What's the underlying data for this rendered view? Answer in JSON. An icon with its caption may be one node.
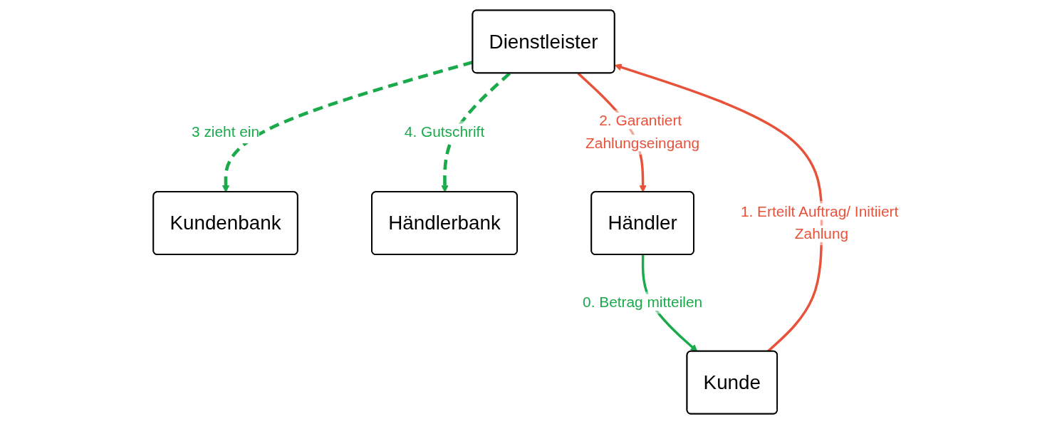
{
  "diagram": {
    "nodes": [
      {
        "text": [
          "Kundenbank"
        ]
      },
      {
        "text": [
          "Händlerbank"
        ]
      },
      {
        "text": [
          "Dienstleister"
        ]
      },
      {
        "text": [
          "Kunde"
        ]
      },
      {
        "text": [
          "Händler"
        ]
      }
    ],
    "edges": [
      {
        "from": 4,
        "to": 3,
        "arrow": "to",
        "label": "0. Betrag mitteilen"
      },
      {
        "from": 3,
        "to": 2,
        "arrow": "to",
        "label": "1. Erteilt Auftrag/ Initiiert Zahlung",
        "color": "#e8523a"
      },
      {
        "from": 2,
        "to": 4,
        "arrow": "to",
        "label": "2. Garantiert Zahlungseingang",
        "color": "#e8523a"
      },
      {
        "from": 2,
        "to": 0,
        "arrow": "to",
        "label": "3 zieht ein",
        "style": "dashed"
      },
      {
        "from": 2,
        "to": 1,
        "arrow": "to",
        "label": "4. Gutschrift",
        "style": "dashed"
      }
    ]
  }
}
